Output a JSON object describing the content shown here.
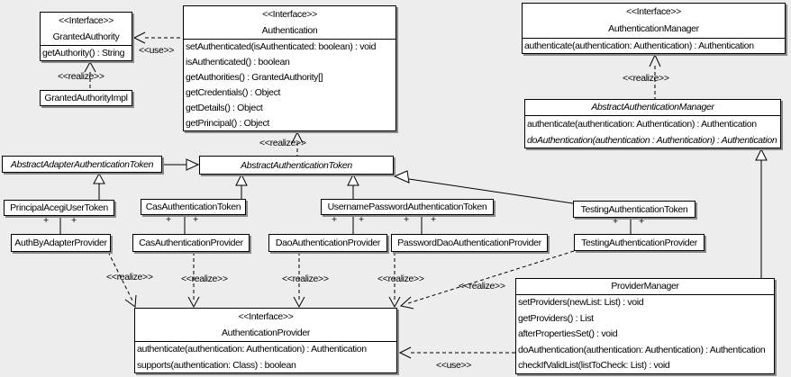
{
  "colors": {
    "background": "#ededed",
    "box_fill": "#ffffff",
    "line": "#000000",
    "shadow": "#8a8a8a"
  },
  "labels": {
    "use": "<<use>>",
    "realize": "<<realize>>",
    "plus": "+",
    "interface_stereotype": "<<Interface>>"
  },
  "classes": {
    "granted_authority": {
      "stereotype": "<<Interface>>",
      "name": "GrantedAuthority",
      "methods": [
        "getAuthority() : String"
      ]
    },
    "granted_authority_impl": {
      "name": "GrantedAuthorityImpl"
    },
    "authentication": {
      "stereotype": "<<Interface>>",
      "name": "Authentication",
      "methods": [
        "setAuthenticated(isAuthenticated: boolean) : void",
        "isAuthenticated() : boolean",
        "getAuthorities() : GrantedAuthority[]",
        "getCredentials() : Object",
        "getDetails() : Object",
        "getPrincipal() : Object"
      ]
    },
    "authentication_manager": {
      "stereotype": "<<Interface>>",
      "name": "AuthenticationManager",
      "methods": [
        "authenticate(authentication: Authentication) : Authentication"
      ]
    },
    "abstract_authentication_manager": {
      "name": "AbstractAuthenticationManager",
      "methods": [
        "authenticate(authentication: Authentication) : Authentication",
        "doAuthentication(authentication : Authentication) : Authentication"
      ]
    },
    "abstract_adapter_authentication_token": {
      "name": "AbstractAdapterAuthenticationToken"
    },
    "abstract_authentication_token": {
      "name": "AbstractAuthenticationToken"
    },
    "principal_acegi_user_token": {
      "name": "PrincipalAcegiUserToken"
    },
    "cas_authentication_token": {
      "name": "CasAuthenticationToken"
    },
    "username_password_authentication_token": {
      "name": "UsernamePasswordAuthenticationToken"
    },
    "testing_authentication_token": {
      "name": "TestingAuthenticationToken"
    },
    "auth_by_adapter_provider": {
      "name": "AuthByAdapterProvider"
    },
    "cas_authentication_provider": {
      "name": "CasAuthenticationProvider"
    },
    "dao_authentication_provider": {
      "name": "DaoAuthenticationProvider"
    },
    "password_dao_authentication_provider": {
      "name": "PasswordDaoAuthenticationProvider"
    },
    "testing_authentication_provider": {
      "name": "TestingAuthenticationProvider"
    },
    "authentication_provider": {
      "stereotype": "<<Interface>>",
      "name": "AuthenticationProvider",
      "methods": [
        "authenticate(authentication: Authentication) : Authentication",
        "supports(authentication: Class) : boolean"
      ]
    },
    "provider_manager": {
      "name": "ProviderManager",
      "methods": [
        "setProviders(newList: List) : void",
        "getProviders() : List",
        "afterPropertiesSet() : void",
        "doAuthentication(authentication: Authentication) : Authentication",
        "checkIfValidList(listToCheck: List) : void"
      ]
    }
  }
}
